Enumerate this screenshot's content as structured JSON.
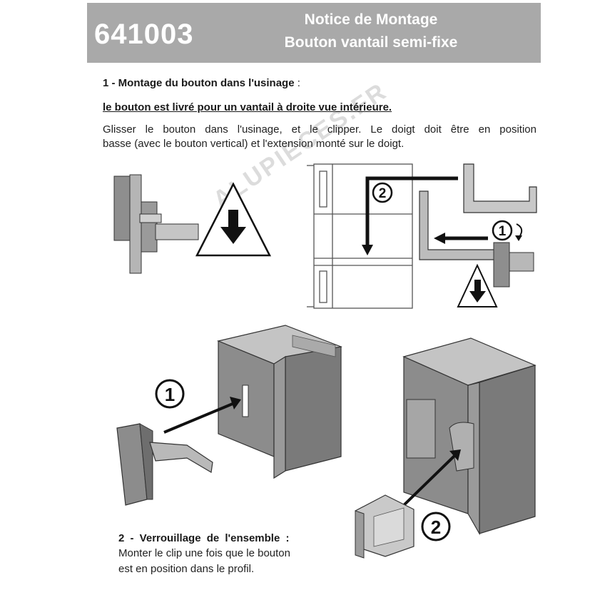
{
  "header": {
    "ref": "641003",
    "title_line1": "Notice de Montage",
    "title_line2": "Bouton vantail semi-fixe"
  },
  "section1": {
    "heading": "1 - Montage du bouton dans l'usinage",
    "heading_colon": " :",
    "subheading": "le bouton est livré pour un vantail à droite vue intérieure.",
    "text_line1": "Glisser le bouton dans l'usinage, et le clipper. Le doigt doit être en position",
    "text_line2": "basse (avec le bouton vertical) et l'extension monté sur le doigt."
  },
  "section2": {
    "heading": "2 - Verrouillage de l'ensemble :",
    "text_line1": "Monter le clip une fois que le bouton",
    "text_line2": "est en position dans le profil."
  },
  "callouts": {
    "step1": "1",
    "step2": "2"
  },
  "watermark": "ALUPIECES.FR",
  "colors": {
    "header_band": "#a9a9a9",
    "part_gray": "#8e8e8e",
    "light_gray": "#c8c8c8"
  }
}
